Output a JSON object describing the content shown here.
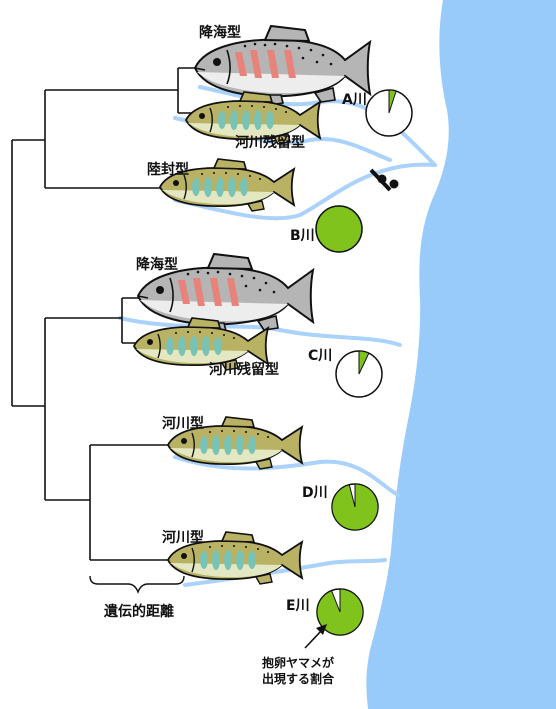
{
  "labels": {
    "anadromous": "降海型",
    "river_resident": "河川残留型",
    "landlocked": "陸封型",
    "fluvial": "河川型",
    "genetic_distance": "遺伝的距離",
    "pie_note_line1": "抱卵ヤマメが",
    "pie_note_line2": "出現する割合"
  },
  "rivers": [
    {
      "name": "A川",
      "proportion": 0.05
    },
    {
      "name": "B川",
      "proportion": 1.0
    },
    {
      "name": "C川",
      "proportion": 0.07
    },
    {
      "name": "D川",
      "proportion": 0.96
    },
    {
      "name": "E川",
      "proportion": 0.94
    }
  ],
  "colors": {
    "sea": "#99cbfa",
    "river": "#aad2fb",
    "pie_fill": "#7fc31c",
    "tree": "#111111"
  },
  "icons": [
    "dam-icon",
    "arrow-icon"
  ]
}
